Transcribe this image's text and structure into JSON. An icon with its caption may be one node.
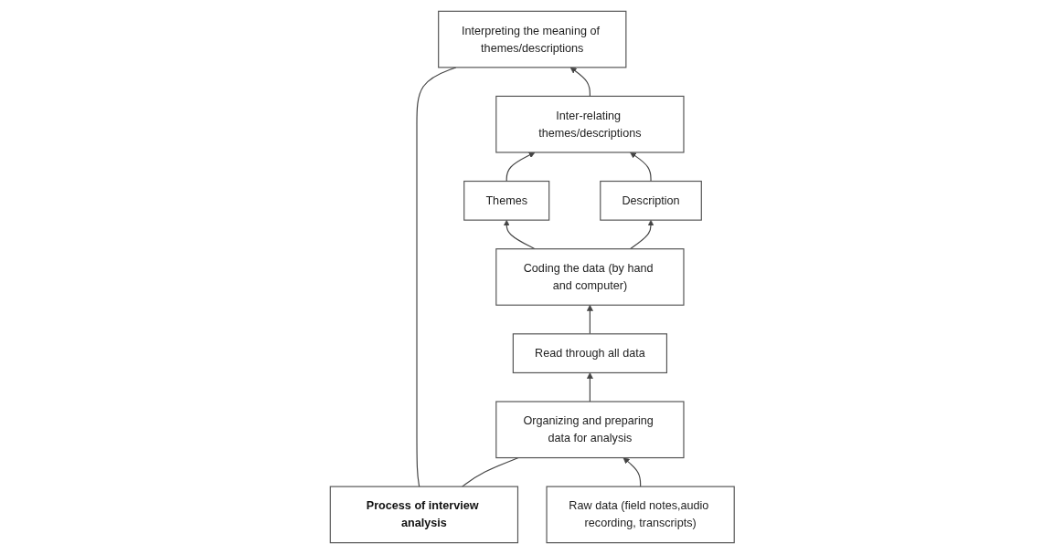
{
  "diagram": {
    "nodes": [
      {
        "text": [
          "Process of interview analysis"
        ]
      },
      {
        "text": [
          "Interpreting the meaning of themes/descriptions"
        ]
      },
      {
        "text": [
          "Inter-relating themes/descriptions"
        ]
      },
      {
        "text": [
          "Themes"
        ]
      },
      {
        "text": [
          "Description"
        ]
      },
      {
        "text": [
          "Coding the data (by hand and computer)"
        ]
      },
      {
        "text": [
          "Read through all data"
        ]
      },
      {
        "text": [
          "Organizing and preparing data for analysis"
        ]
      },
      {
        "text": [
          "Raw data (field notes,audio recording, transcripts)"
        ]
      }
    ],
    "edges": [
      {
        "from": 0,
        "to": 1,
        "arrow": "none"
      },
      {
        "from": 0,
        "to": 7,
        "arrow": "none"
      },
      {
        "from": 8,
        "to": 7,
        "arrow": "to"
      },
      {
        "from": 7,
        "to": 6,
        "arrow": "to"
      },
      {
        "from": 6,
        "to": 5,
        "arrow": "to"
      },
      {
        "from": 5,
        "to": 3,
        "arrow": "to"
      },
      {
        "from": 5,
        "to": 4,
        "arrow": "to"
      },
      {
        "from": 3,
        "to": 2,
        "arrow": "to"
      },
      {
        "from": 4,
        "to": 2,
        "arrow": "to"
      },
      {
        "from": 2,
        "to": 1,
        "arrow": "to"
      }
    ]
  }
}
